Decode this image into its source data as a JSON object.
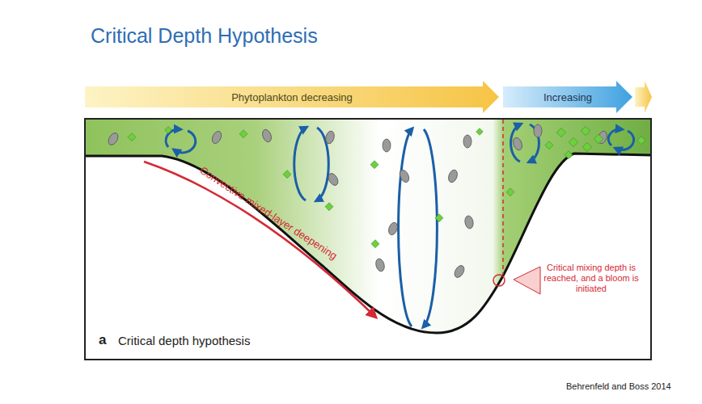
{
  "diagram": {
    "title": "Critical Depth Hypothesis",
    "nodes": [
      {
        "text": [
          "Phytoplankton decreasing"
        ]
      },
      {
        "text": [
          "Increasing"
        ]
      }
    ],
    "labels": [
      "Convective mixed-layer deepening",
      "Critical mixing depth is reached, and a bloom is initiated",
      "a",
      "Critical depth hypothesis",
      "Behrenfeld and Boss 2014"
    ]
  }
}
